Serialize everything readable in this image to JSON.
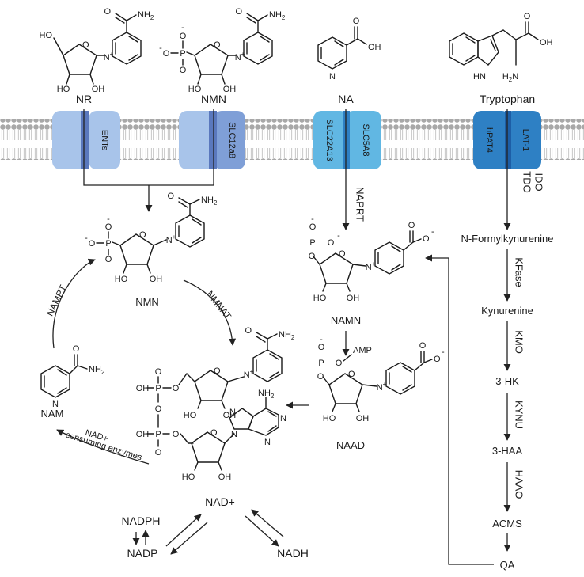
{
  "colors": {
    "membrane_bead": "#a8a8a8",
    "transporter_light": "#a8c4ea",
    "transporter_mid": "#7f9fd7",
    "transporter_core": "#5a78bd",
    "transporter_teal": "#61b7e3",
    "transporter_blue": "#2e80c4",
    "transporter_dark": "#1d5ea6"
  },
  "precursors": {
    "nr": "NR",
    "nmn": "NMN",
    "na": "NA",
    "trp": "Tryptophan"
  },
  "transporters": {
    "ents": "ENTs",
    "slc12a8": "SLC12a8",
    "slc22a13": "SLC22A13",
    "slc5a8": "SLC5A8",
    "hpat4": "hPAT4",
    "lat1": "LAT-1"
  },
  "enzymes": {
    "naprt": "NAPRT",
    "ido": "IDO",
    "tdo": "TDO",
    "kfase": "KFase",
    "kmo": "KMO",
    "kynu": "KYNU",
    "haao": "HAAO",
    "nampt": "NAMPT",
    "nmnat": "NMNAT",
    "consuming": [
      "NAD+",
      "consuming enzymes"
    ]
  },
  "metabolites": {
    "nmn": "NMN",
    "namn": "NAMN",
    "naad": "NAAD",
    "nam": "NAM",
    "nad": "NAD+",
    "nadph": "NADPH",
    "nadp": "NADP",
    "nadh": "NADH",
    "n_formyl": "N-Formylkynurenine",
    "kynurenine": "Kynurenine",
    "hk": "3-HK",
    "haa": "3-HAA",
    "acms": "ACMS",
    "qa": "QA"
  },
  "atoms": {
    "nh2": "NH",
    "two": "2",
    "o": "O",
    "oh": "OH",
    "ho": "HO",
    "p": "P",
    "minus": "-",
    "nplus": "N",
    "plus": "+",
    "n": "N",
    "hn": "HN",
    "h2n": "H",
    "amp": "AMP"
  }
}
